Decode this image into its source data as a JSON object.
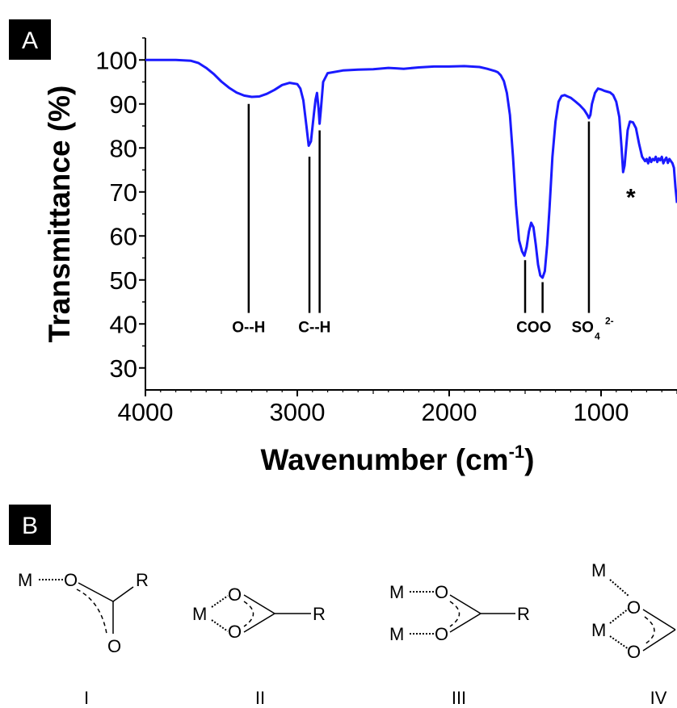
{
  "panels": {
    "a_label": "A",
    "b_label": "B"
  },
  "chart_data": {
    "type": "line",
    "xlabel": "Wavenumber (cm",
    "xlabel_sup": "-1",
    "xlabel_close": ")",
    "ylabel": "Transmittance (%)",
    "xlim": [
      4000,
      500
    ],
    "ylim": [
      25,
      105
    ],
    "x_ticks": [
      4000,
      3000,
      2000,
      1000
    ],
    "x_tick_labels": [
      "4000",
      "3000",
      "2000",
      "1000"
    ],
    "y_ticks": [
      30,
      40,
      50,
      60,
      70,
      80,
      90,
      100
    ],
    "y_tick_labels": [
      "30",
      "40",
      "50",
      "60",
      "70",
      "80",
      "90",
      "100"
    ],
    "line_color": "#1a1aff",
    "series": [
      {
        "x": [
          4000,
          3900,
          3800,
          3700,
          3650,
          3600,
          3550,
          3500,
          3450,
          3400,
          3350,
          3300,
          3250,
          3200,
          3150,
          3100,
          3050,
          3000,
          2980,
          2960,
          2940,
          2925,
          2910,
          2890,
          2880,
          2870,
          2860,
          2853,
          2845,
          2830,
          2800,
          2700,
          2600,
          2500,
          2400,
          2350,
          2300,
          2200,
          2100,
          2000,
          1900,
          1800,
          1750,
          1700,
          1680,
          1660,
          1640,
          1620,
          1600,
          1580,
          1560,
          1540,
          1520,
          1505,
          1490,
          1475,
          1460,
          1445,
          1430,
          1415,
          1400,
          1385,
          1370,
          1355,
          1340,
          1320,
          1300,
          1280,
          1260,
          1240,
          1220,
          1200,
          1170,
          1140,
          1110,
          1090,
          1080,
          1070,
          1060,
          1040,
          1020,
          1000,
          980,
          960,
          940,
          920,
          900,
          880,
          865,
          855,
          845,
          835,
          825,
          810,
          790,
          770,
          750,
          730,
          710,
          700,
          690,
          680,
          670,
          660,
          650,
          640,
          630,
          620,
          610,
          600,
          590,
          580,
          570,
          560,
          550,
          540,
          530,
          520,
          510,
          500
        ],
        "y": [
          100,
          100,
          100,
          99.8,
          99.3,
          98.2,
          96.8,
          95.1,
          93.7,
          92.6,
          91.9,
          91.6,
          91.7,
          92.3,
          93.2,
          94.3,
          94.8,
          94.5,
          93.5,
          90.8,
          85,
          80.5,
          81.5,
          88,
          91,
          92.5,
          89,
          85.5,
          88.5,
          95,
          97,
          97.6,
          97.8,
          97.9,
          98.2,
          98.1,
          98,
          98.3,
          98.5,
          98.5,
          98.6,
          98.4,
          98,
          97.5,
          97.2,
          96.5,
          95.2,
          92.5,
          87.5,
          78,
          67,
          59,
          56.5,
          55.5,
          57.5,
          61,
          63,
          62,
          58,
          53.5,
          51,
          50.5,
          52,
          58,
          66,
          78,
          86,
          90.5,
          91.8,
          92,
          91.7,
          91.4,
          90.6,
          89.7,
          88.6,
          87.5,
          86.8,
          87.5,
          90,
          92.5,
          93.5,
          93.3,
          93,
          92.8,
          92.6,
          92,
          90.5,
          87,
          80,
          74.5,
          76,
          80,
          84,
          86,
          85.8,
          84.5,
          81,
          78,
          77,
          77.5,
          76.5,
          77.8,
          76.8,
          77.5,
          77.2,
          78,
          76.8,
          77.6,
          77.2,
          78,
          76.5,
          77.3,
          77.8,
          76.6,
          77.5,
          77,
          76.5,
          75.5,
          71,
          67.5
        ]
      }
    ],
    "annotations": [
      {
        "text": "O--H",
        "x": 3320,
        "line_top": 90,
        "line_bottom": 42.5
      },
      {
        "text": "C--H",
        "x": 2920,
        "line_top": 78,
        "line_bottom": 42.5
      },
      {
        "text": "C--H",
        "x": 2853,
        "line_top": 84,
        "line_bottom": 42.5
      },
      {
        "text": "COO",
        "x": 1500,
        "line_top": 54.5,
        "line_bottom": 42.5
      },
      {
        "text": "COO",
        "x": 1385,
        "line_top": 49.5,
        "line_bottom": 42.5
      },
      {
        "text": "SO",
        "sub": "4",
        "sup": "2-",
        "x": 1080,
        "line_top": 86,
        "line_bottom": 42.5
      },
      {
        "text": "*",
        "x": 825,
        "y": 71
      }
    ],
    "label_texts": {
      "oh": "O--H",
      "ch": "C--H",
      "coo": "COO",
      "so4": "SO",
      "so4_sub": "4",
      "so4_sup": "2-",
      "star": "*"
    }
  },
  "structures": {
    "labels": [
      "I",
      "II",
      "III",
      "IV"
    ],
    "atoms": {
      "M": "M",
      "O": "O",
      "R": "R"
    }
  }
}
